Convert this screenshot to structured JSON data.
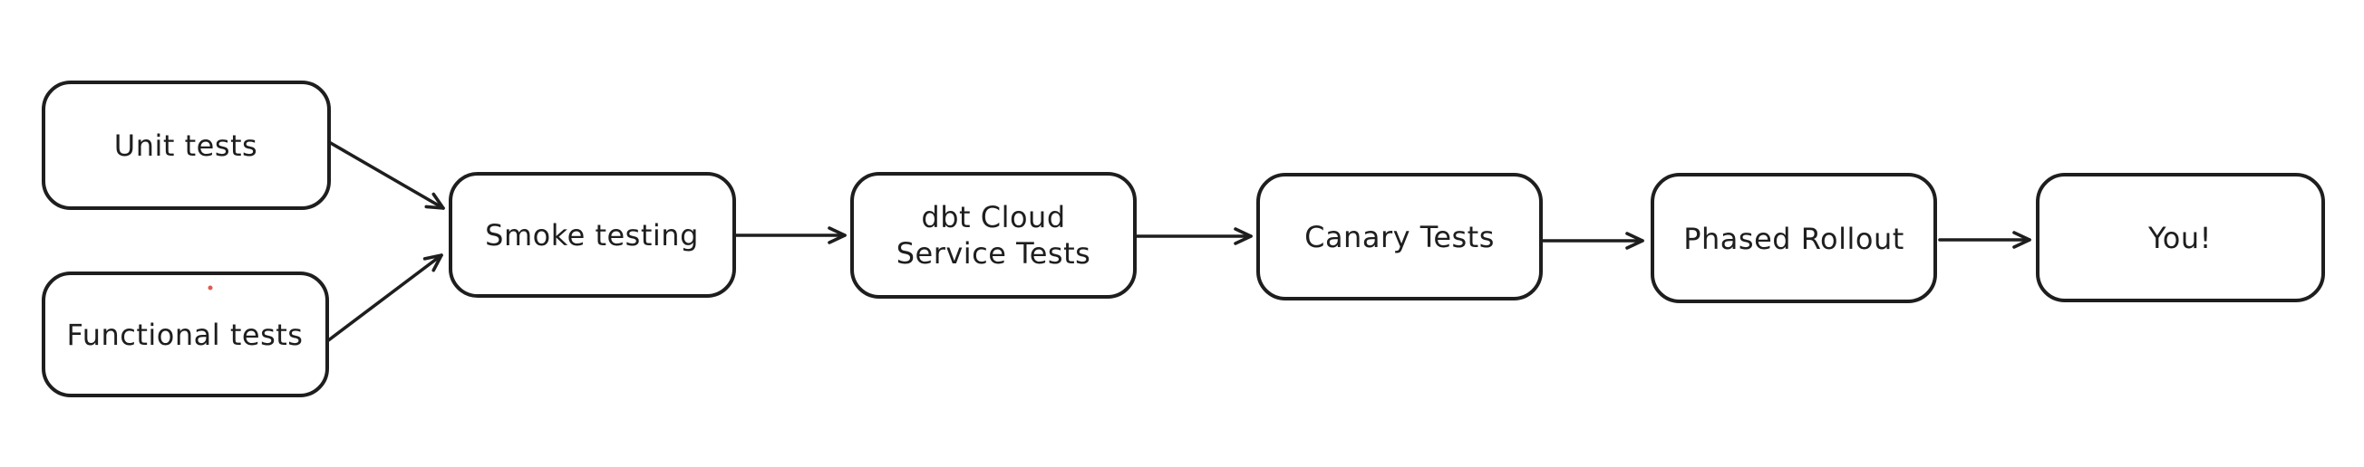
{
  "colors": {
    "stroke": "#1e1e1e",
    "fill": "#ffffff",
    "background": "#ffffff",
    "artifact": "#e05a4e"
  },
  "diagram": {
    "type": "flowchart",
    "nodes": [
      {
        "id": "unit-tests",
        "lines": [
          "Unit tests"
        ]
      },
      {
        "id": "functional-tests",
        "lines": [
          "Functional tests"
        ]
      },
      {
        "id": "smoke-testing",
        "lines": [
          "Smoke testing"
        ]
      },
      {
        "id": "dbt-cloud-service-tests",
        "lines": [
          "dbt Cloud",
          "Service Tests"
        ]
      },
      {
        "id": "canary-tests",
        "lines": [
          "Canary Tests"
        ]
      },
      {
        "id": "phased-rollout",
        "lines": [
          "Phased Rollout"
        ]
      },
      {
        "id": "you",
        "lines": [
          "You!"
        ]
      }
    ],
    "edges": [
      {
        "from": "unit-tests",
        "to": "smoke-testing"
      },
      {
        "from": "functional-tests",
        "to": "smoke-testing"
      },
      {
        "from": "smoke-testing",
        "to": "dbt-cloud-service-tests"
      },
      {
        "from": "dbt-cloud-service-tests",
        "to": "canary-tests"
      },
      {
        "from": "canary-tests",
        "to": "phased-rollout"
      },
      {
        "from": "phased-rollout",
        "to": "you"
      }
    ]
  }
}
